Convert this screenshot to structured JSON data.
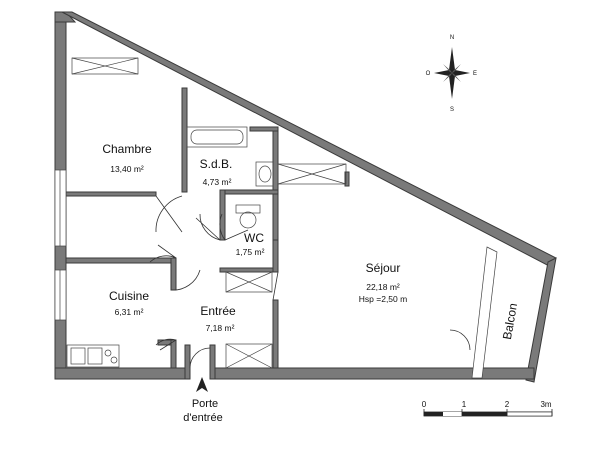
{
  "rooms": {
    "chambre": {
      "name": "Chambre",
      "area": "13,40 m²"
    },
    "sdb": {
      "name": "S.d.B.",
      "area": "4,73 m²"
    },
    "wc": {
      "name": "WC",
      "area": "1,75 m²"
    },
    "sejour": {
      "name": "Séjour",
      "area": "22,18 m²",
      "height": "Hsp =2,50 m"
    },
    "cuisine": {
      "name": "Cuisine",
      "area": "6,31 m²"
    },
    "entree": {
      "name": "Entrée",
      "area": "7,18 m²"
    },
    "balcon": {
      "name": "Balcon"
    }
  },
  "front_door": {
    "line1": "Porte",
    "line2": "d'entrée"
  },
  "compass": {
    "north": "N",
    "south": "S",
    "east": "E",
    "west": "O"
  },
  "scale": {
    "labels": [
      "0",
      "1",
      "2",
      "3m"
    ]
  },
  "colors": {
    "wall": "#7a7a7a",
    "line": "#333333",
    "background": "#ffffff"
  },
  "icons": [
    "compass-rose-icon",
    "entrance-arrow-icon"
  ]
}
